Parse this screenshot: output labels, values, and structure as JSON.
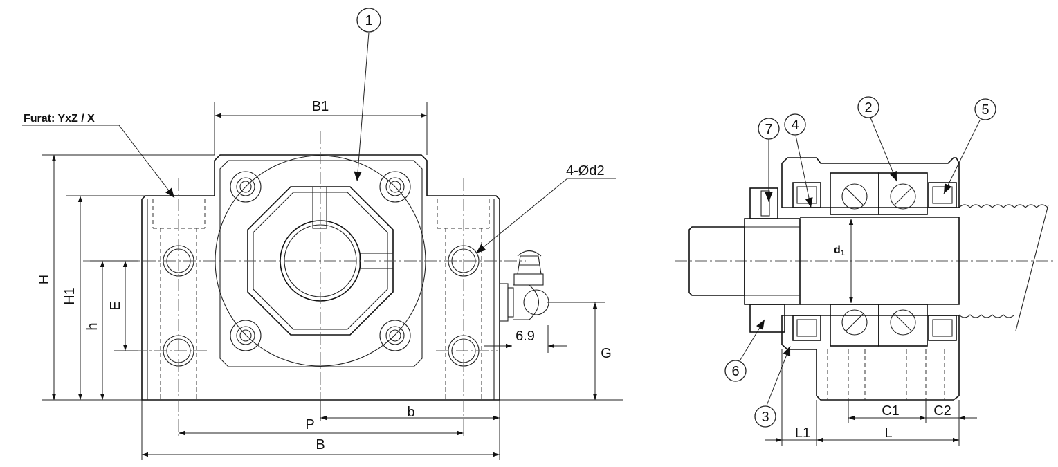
{
  "note": "Furat: YxZ / X",
  "dimensions": {
    "b1": "B1",
    "holes": "4-Ød2",
    "h_total": "H",
    "h1": "H1",
    "h_small": "h",
    "e": "E",
    "g": "G",
    "offset": "6.9",
    "p": "P",
    "b_small": "b",
    "b_total": "B",
    "d1": "d",
    "d1_sub": "1",
    "c1": "C1",
    "c2": "C2",
    "l1": "L1",
    "l": "L"
  },
  "balloons": {
    "b1": "1",
    "b2": "2",
    "b3": "3",
    "b4": "4",
    "b5": "5",
    "b6": "6",
    "b7": "7"
  }
}
